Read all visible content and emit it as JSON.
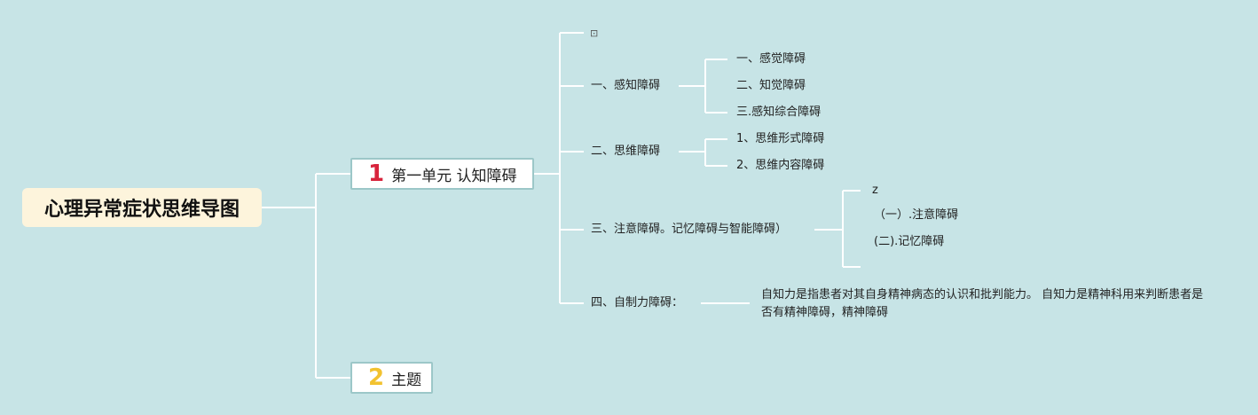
{
  "root": {
    "label": "心理异常症状思维导图"
  },
  "topics": [
    {
      "num": "1",
      "num_color": "#d8243c",
      "label": "第一单元 认知障碍",
      "children": [
        {
          "label": "",
          "placeholder_glyph": "⊡"
        },
        {
          "label": "一、感知障碍",
          "children": [
            "一、感觉障碍",
            "二、知觉障碍",
            "三.感知综合障碍"
          ]
        },
        {
          "label": "二、思维障碍",
          "children": [
            "1、思维形式障碍",
            "2、思维内容障碍"
          ]
        },
        {
          "label": "三、注意障碍。记忆障碍与智能障碍）",
          "children": [
            "z",
            "（一）.注意障碍",
            "(二).记忆障碍",
            ""
          ]
        },
        {
          "label": "四、自制力障碍：",
          "note": "自知力是指患者对其自身精神病态的认识和批判能力。 自知力是精神科用来判断患者是否有精神障碍，精神障碍"
        }
      ]
    },
    {
      "num": "2",
      "num_color": "#f2c230",
      "label": "主题"
    }
  ],
  "colors": {
    "background": "#c7e4e6",
    "line": "#ffffff",
    "root_bg": "#fdf4dc",
    "topic_border": "#9cc7c8"
  }
}
